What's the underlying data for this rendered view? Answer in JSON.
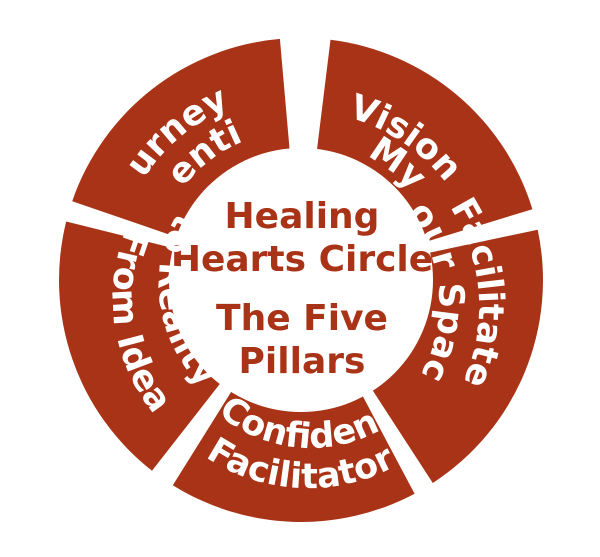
{
  "colors": {
    "segment": "#a93316",
    "segment_text": "#ffffff",
    "center_fill": "#ffffff",
    "center_text": "#a93316"
  },
  "center": {
    "title_line1": "Healing",
    "title_line2": "Hearts Circle",
    "subtitle_line1": "The Five",
    "subtitle_line2": "Pillars"
  },
  "pillars": [
    {
      "line1": "My",
      "line2": "Vision"
    },
    {
      "line1": "Facilitate",
      "line2": "Your Space"
    },
    {
      "line1": "Confident",
      "line2": "Facilitator"
    },
    {
      "line1": "From Idea",
      "line2": "to Reality"
    },
    {
      "line1": "Journey &",
      "line2": "Identity"
    }
  ]
}
